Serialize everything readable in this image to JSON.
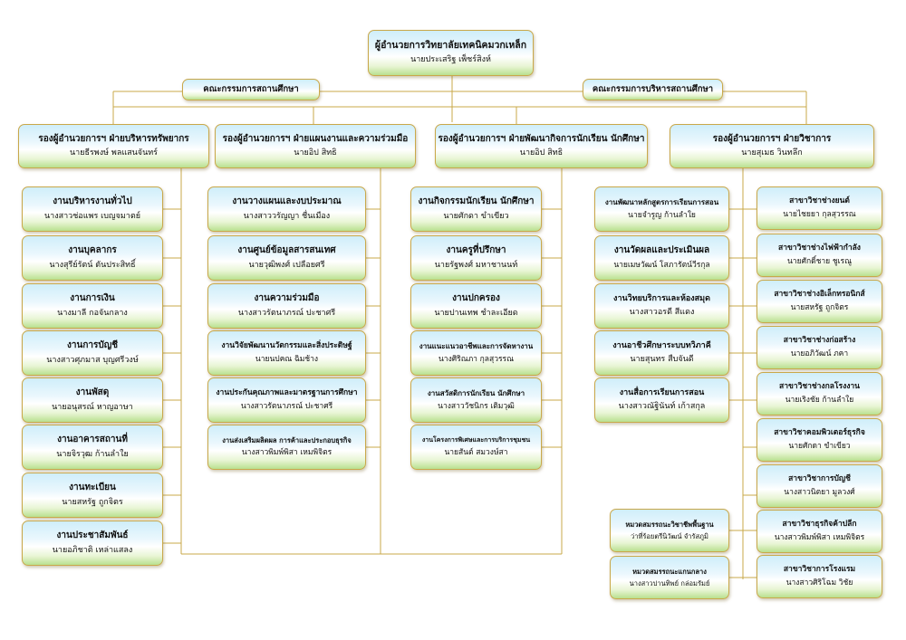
{
  "top": {
    "title": "ผู้อำนวยการวิทยาลัยเทคนิคมวกเหล็ก",
    "name": "นายประเสริฐ เพ็ชร์สิงห์"
  },
  "committees": {
    "left": "คณะกรรมการสถานศึกษา",
    "right": "คณะกรรมการบริหารสถานศึกษา"
  },
  "deputies": [
    {
      "title": "รองผู้อำนวยการฯ ฝ่ายบริหารทรัพยากร",
      "name": "นายธีรพงษ์ พลแสนจันทร์"
    },
    {
      "title": "รองผู้อำนวยการฯ ฝ่ายแผนงานและความร่วมมือ",
      "name": "นายอิป สิทธิ"
    },
    {
      "title": "รองผู้อำนวยการฯ ฝ่ายพัฒนากิจการนักเรียน นักศึกษา",
      "name": "นายอิป สิทธิ"
    },
    {
      "title": "รองผู้อำนวยการฯ ฝ่ายวิชาการ",
      "name": "นายสุเมธ วินทลึก"
    }
  ],
  "resource_units": [
    {
      "title": "งานบริหารงานทั่วไป",
      "name": "นางสาวช่อแพร เบญจมาตย์"
    },
    {
      "title": "งานบุคลากร",
      "name": "นางสุรีย์รัตน์ ตันประสิทธิ์"
    },
    {
      "title": "งานการเงิน",
      "name": "นางมาลี กอจันกลาง"
    },
    {
      "title": "งานการบัญชี",
      "name": "นางสาวศุภมาส บุญศรีวงษ์"
    },
    {
      "title": "งานพัสดุ",
      "name": "นายอนุสรณ์ หาญอาษา"
    },
    {
      "title": "งานอาคารสถานที่",
      "name": "นายจิรวุฒ ก้านลำใย"
    },
    {
      "title": "งานทะเบียน",
      "name": "นายสหรัฐ ถูกจิตร"
    },
    {
      "title": "งานประชาสัมพันธ์",
      "name": "นายอภิชาติ เหล่าแสลง"
    }
  ],
  "planning_units": [
    {
      "title": "งานวางแผนและงบประมาณ",
      "name": "นางสาววรัญญา ชื่นเมือง"
    },
    {
      "title": "งานศูนย์ข้อมูลสารสนเทศ",
      "name": "นายวุฒิพงศ์ เปลือยศรี"
    },
    {
      "title": "งานความร่วมมือ",
      "name": "นางสาวรัตนาภรณ์ ปะชาศรี"
    },
    {
      "title": "งานวิจัยพัฒนานวัตกรรมและสิ่งประดิษฐ์",
      "name": "นายนปคณ ฉิมช้าง"
    },
    {
      "title": "งานประกันคุณภาพและมาตรฐานการศึกษา",
      "name": "นางสาวรัตนาภรณ์ ปะชาศรี"
    },
    {
      "title": "งานส่งเสริมผลิตผล การค้าและประกอบธุรกิจ",
      "name": "นางสาวพิมพ์พิสา เหมพิจิตร"
    }
  ],
  "student_units": [
    {
      "title": "งานกิจกรรมนักเรียน นักศึกษา",
      "name": "นายศักดา ขำเขียว"
    },
    {
      "title": "งานครูที่ปรึกษา",
      "name": "นายรัฐพงศ์ มหาชานนท์"
    },
    {
      "title": "งานปกครอง",
      "name": "นายปานเทพ ชำละเอียด"
    },
    {
      "title": "งานแนะแนวอาชีพและการจัดหางาน",
      "name": "นางศิริณภา กุลสุวรรณ"
    },
    {
      "title": "งานสวัสดิการนักเรียน นักศึกษา",
      "name": "นางสาววัชนิกร เติมวุฒิ"
    },
    {
      "title": "งานโครงการพิเศษและการบริการชุมชน",
      "name": "นายสันต์ สมวงษ์สา"
    }
  ],
  "academic_units": [
    {
      "title": "งานพัฒนาหลักสูตรการเรียนการสอน",
      "name": "นายจำรูญ ก้านลำใย"
    },
    {
      "title": "งานวัดผลและประเมินผล",
      "name": "นายเมษวัฒน์ โสภารัตน์วีรกุล"
    },
    {
      "title": "งานวิทยบริการและห้องสมุด",
      "name": "นางสาวอรดี สีแดง"
    },
    {
      "title": "งานอาชีวศึกษาระบบทวิภาคี",
      "name": "นายสุนทร สืบจันดี"
    },
    {
      "title": "งานสื่อการเรียนการสอน",
      "name": "นางสาวณัฐินันท์ เก้าสกุล"
    }
  ],
  "departments": [
    {
      "title": "สาขาวิชาช่างยนต์",
      "name": "นายไชยยา กุลสุวรรณ"
    },
    {
      "title": "สาขาวิชาช่างไฟฟ้ากำลัง",
      "name": "นายศักดิ์ชาย ชูเรณู"
    },
    {
      "title": "สาขาวิชาช่างอิเล็กทรอนิกส์",
      "name": "นายสหรัฐ ถูกจิตร"
    },
    {
      "title": "สาขาวิชาช่างก่อสร้าง",
      "name": "นายอภิวัฒน์ ภคา"
    },
    {
      "title": "สาขาวิชาช่างกลโรงงาน",
      "name": "นายเริงชัย ก้านลำใย"
    },
    {
      "title": "สาขาวิชาคอมพิวเตอร์ธุรกิจ",
      "name": "นายศักดา ขำเขียว"
    },
    {
      "title": "สาขาวิชาการบัญชี",
      "name": "นางสาวนิตยา มูลวงศ์"
    },
    {
      "title": "สาขาวิชาธุรกิจค้าปลีก",
      "name": "นางสาวพิมพ์พิสา เหมพิจิตร"
    },
    {
      "title": "สาขาวิชาการโรงแรม",
      "name": "นางสาวศิริโฉม วิชัย"
    }
  ],
  "subject_groups": [
    {
      "title": "หมวดสมรรถนะวิชาชีพพื้นฐาน",
      "name": "ว่าที่ร้อยตรีนิวัฒน์ จำรัสภูมิ"
    },
    {
      "title": "หมวดสมรรถนะแกนกลาง",
      "name": "นางสาวปานทิพย์ กล่อมรัมย์"
    }
  ],
  "colors": {
    "line": "#c9a84a",
    "box_top": "#cfeefa",
    "box_bottom": "#b9e08f",
    "border": "#c9a84a"
  }
}
